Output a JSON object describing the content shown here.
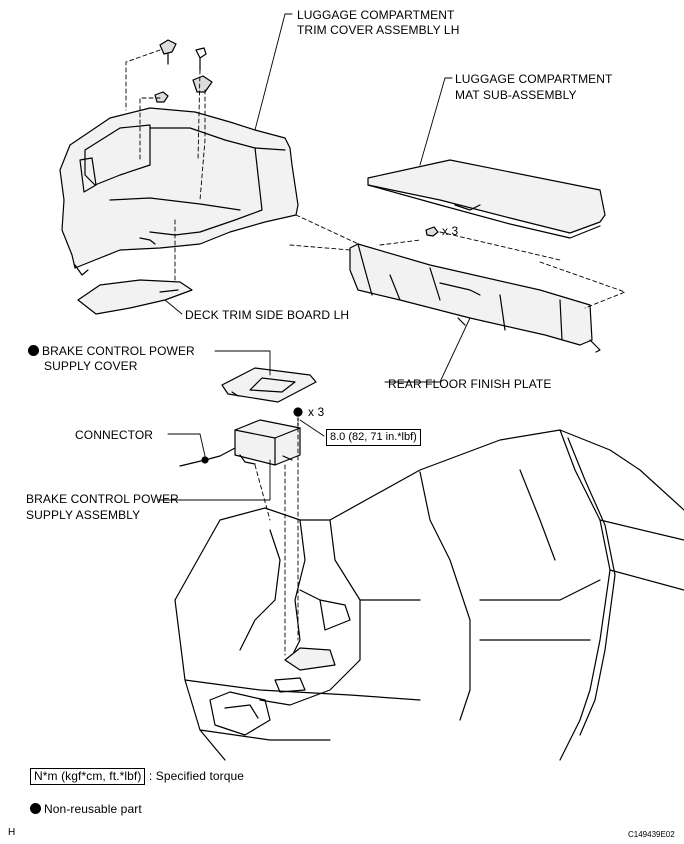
{
  "labels": {
    "trim_cover_line1": "LUGGAGE COMPARTMENT",
    "trim_cover_line2": "TRIM COVER ASSEMBLY LH",
    "mat_line1": "LUGGAGE COMPARTMENT",
    "mat_line2": "MAT SUB-ASSEMBLY",
    "qty_clips": "x 3",
    "deck_trim": "DECK TRIM SIDE BOARD LH",
    "brake_cover_line1": "BRAKE CONTROL POWER",
    "brake_cover_line2": "SUPPLY COVER",
    "rear_floor": "REAR FLOOR FINISH PLATE",
    "connector": "CONNECTOR",
    "qty_nuts": "x 3",
    "torque_value": "8.0 (82, 71 in.*lbf)",
    "brake_assy_line1": "BRAKE CONTROL POWER",
    "brake_assy_line2": "SUPPLY ASSEMBLY"
  },
  "legend": {
    "torque_units": "N*m (kgf*cm, ft.*lbf)",
    "torque_desc": ": Specified torque",
    "nonreusable": "Non-reusable part"
  },
  "footer": {
    "corner_left": "H",
    "figure_id": "C149439E02"
  },
  "colors": {
    "ink": "#000000",
    "paper": "#ffffff",
    "part_fill": "#f2f2f2"
  }
}
